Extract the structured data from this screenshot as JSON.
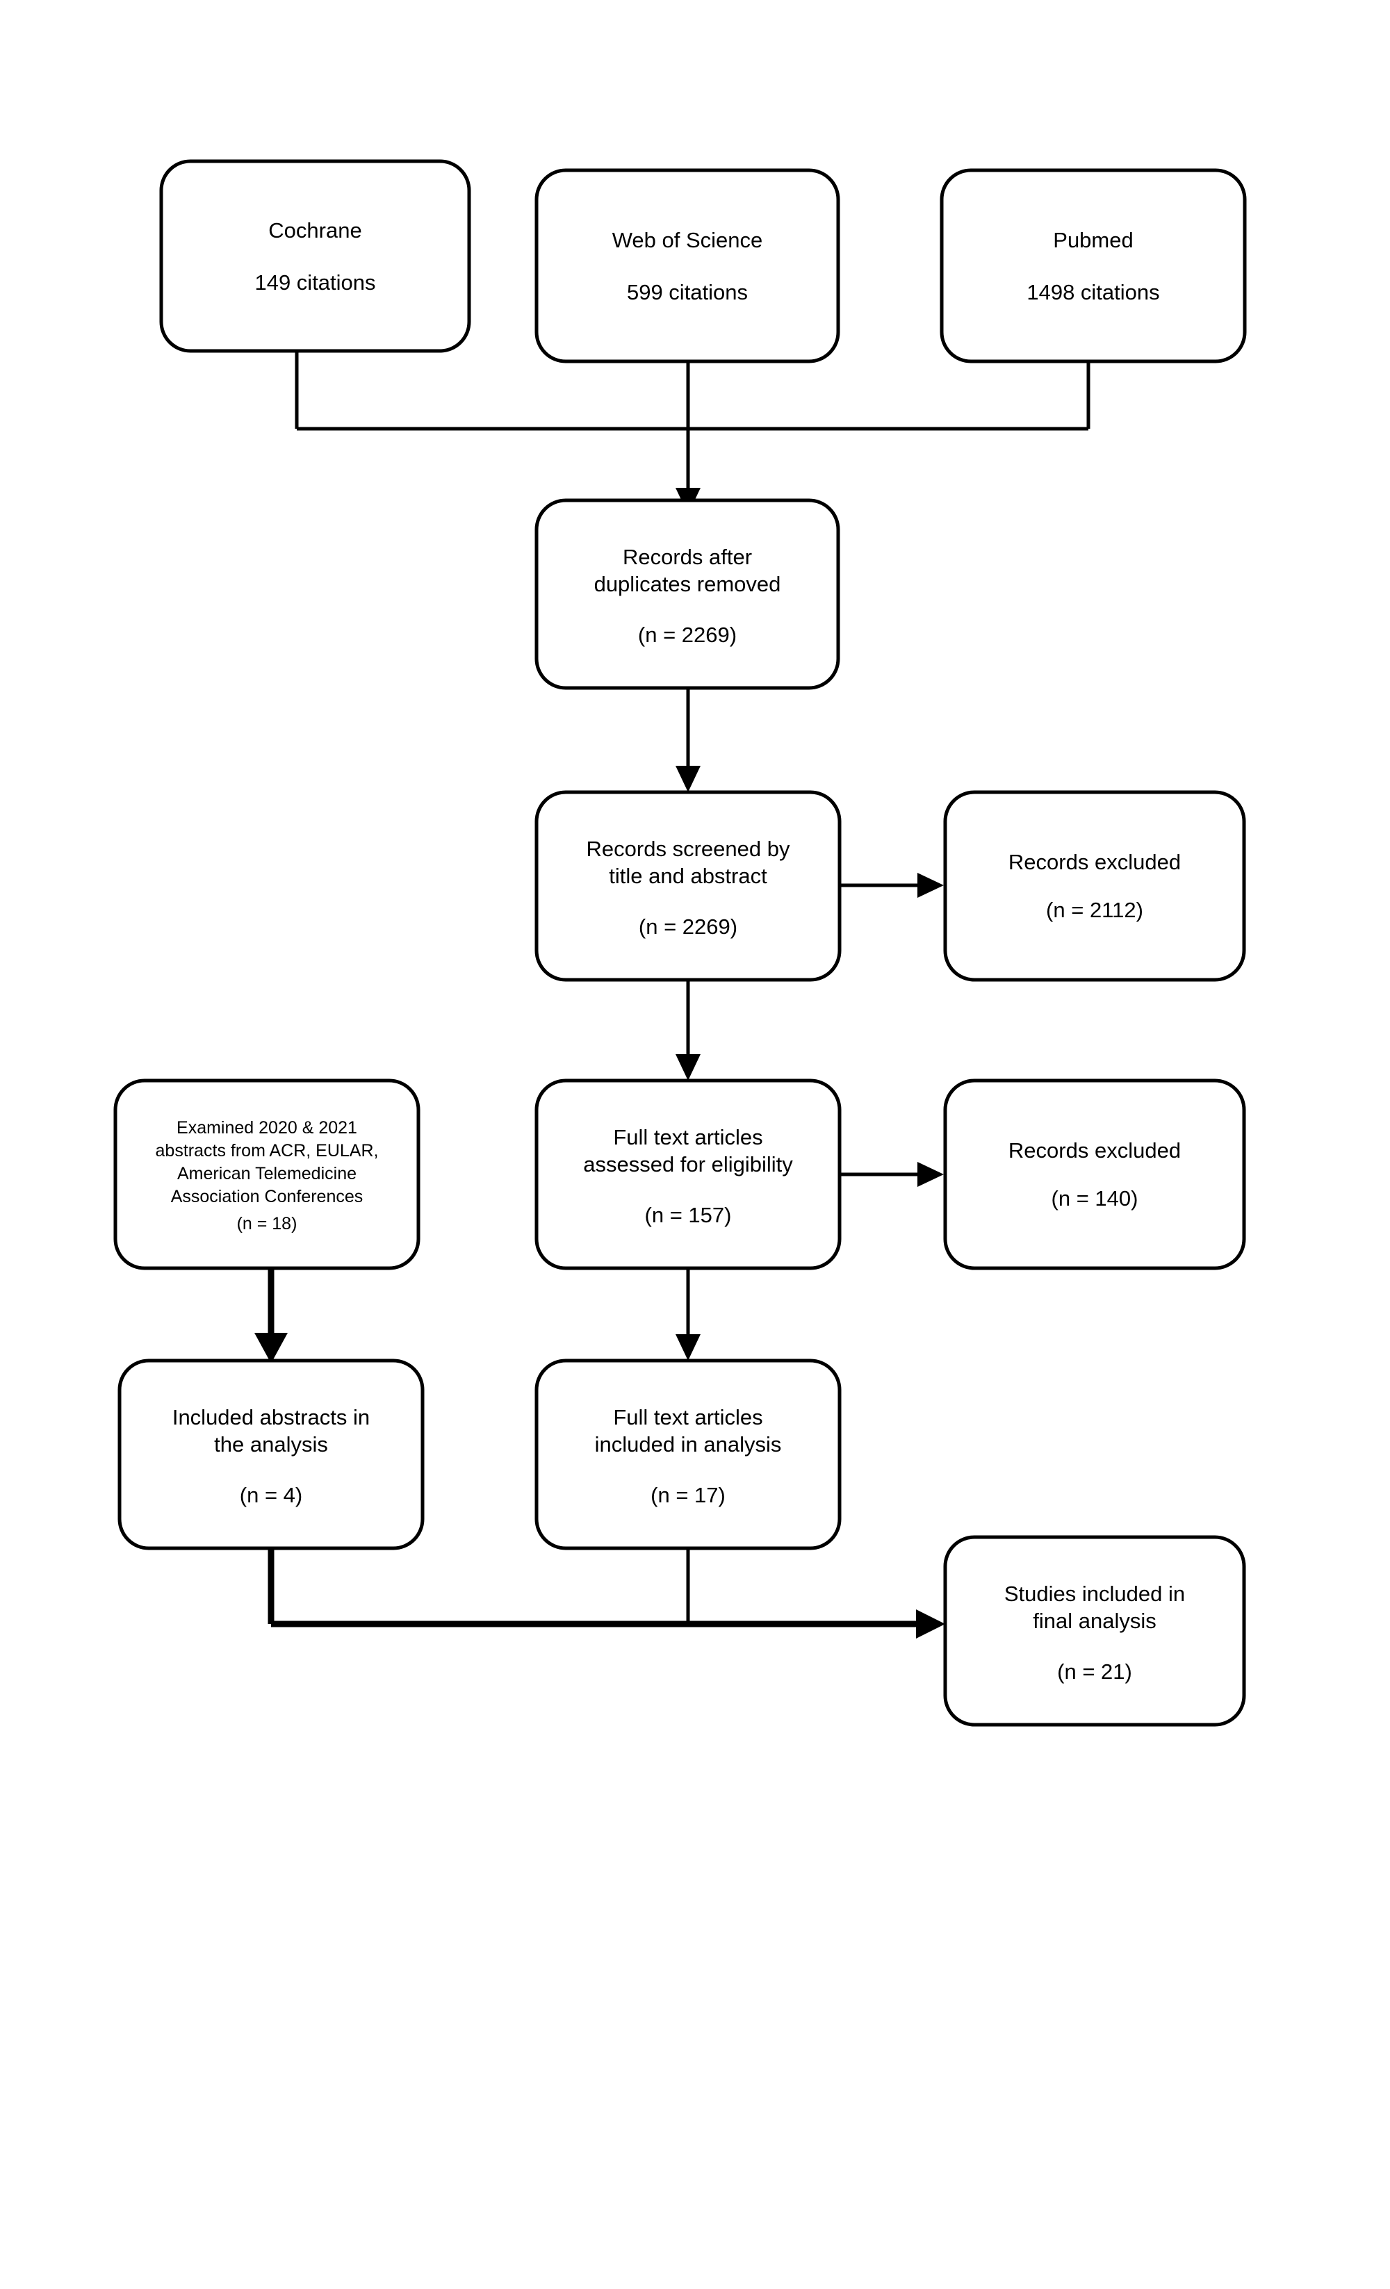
{
  "diagram": {
    "type": "prisma-flow-diagram",
    "background": "#ffffff",
    "stroke_color": "#000000",
    "nodes": {
      "cochrane": {
        "line1": "Cochrane",
        "line2": "149 citations"
      },
      "web_of_science": {
        "line1": "Web of Science",
        "line2": "599 citations"
      },
      "pubmed": {
        "line1": "Pubmed",
        "line2": "1498 citations"
      },
      "duplicates_removed": {
        "line1": "Records after",
        "line2": "duplicates removed",
        "count": "(n = 2269)"
      },
      "screened": {
        "line1": "Records screened by",
        "line2": "title and abstract",
        "count": "(n = 2269)"
      },
      "excluded_screening": {
        "line1": "Records excluded",
        "count": "(n = 2112)"
      },
      "conference_abstracts": {
        "line1": "Examined 2020 & 2021",
        "line2": "abstracts from ACR, EULAR,",
        "line3": "American Telemedicine",
        "line4": "Association Conferences",
        "count": "(n = 18)"
      },
      "full_text_assessed": {
        "line1": "Full text articles",
        "line2": "assessed for eligibility",
        "count": "(n = 157)"
      },
      "excluded_fulltext": {
        "line1": "Records excluded",
        "count": "(n = 140)"
      },
      "abstracts_included": {
        "line1": "Included abstracts in",
        "line2": "the analysis",
        "count": "(n = 4)"
      },
      "full_text_included": {
        "line1": "Full text articles",
        "line2": "included in analysis",
        "count": "(n = 17)"
      },
      "final_analysis": {
        "line1": "Studies included in",
        "line2": "final analysis",
        "count": "(n = 21)"
      }
    }
  },
  "chart_data": {
    "type": "diagram-flow",
    "title": "PRISMA study selection flow diagram",
    "stages": [
      {
        "id": "cochrane",
        "label": "Cochrane",
        "value": 149,
        "unit": "citations"
      },
      {
        "id": "web_of_science",
        "label": "Web of Science",
        "value": 599,
        "unit": "citations"
      },
      {
        "id": "pubmed",
        "label": "Pubmed",
        "value": 1498,
        "unit": "citations"
      },
      {
        "id": "duplicates_removed",
        "label": "Records after duplicates removed",
        "value": 2269,
        "unit": "n"
      },
      {
        "id": "screened",
        "label": "Records screened by title and abstract",
        "value": 2269,
        "unit": "n"
      },
      {
        "id": "excluded_screening",
        "label": "Records excluded",
        "value": 2112,
        "unit": "n"
      },
      {
        "id": "conference_abstracts",
        "label": "Examined 2020 & 2021 abstracts from ACR, EULAR, American Telemedicine Association Conferences",
        "value": 18,
        "unit": "n"
      },
      {
        "id": "full_text_assessed",
        "label": "Full text articles assessed for eligibility",
        "value": 157,
        "unit": "n"
      },
      {
        "id": "excluded_fulltext",
        "label": "Records excluded",
        "value": 140,
        "unit": "n"
      },
      {
        "id": "abstracts_included",
        "label": "Included abstracts in the analysis",
        "value": 4,
        "unit": "n"
      },
      {
        "id": "full_text_included",
        "label": "Full text articles included in analysis",
        "value": 17,
        "unit": "n"
      },
      {
        "id": "final_analysis",
        "label": "Studies included in final analysis",
        "value": 21,
        "unit": "n"
      }
    ],
    "edges": [
      {
        "from": "cochrane",
        "to": "duplicates_removed"
      },
      {
        "from": "web_of_science",
        "to": "duplicates_removed"
      },
      {
        "from": "pubmed",
        "to": "duplicates_removed"
      },
      {
        "from": "duplicates_removed",
        "to": "screened"
      },
      {
        "from": "screened",
        "to": "excluded_screening"
      },
      {
        "from": "screened",
        "to": "full_text_assessed"
      },
      {
        "from": "full_text_assessed",
        "to": "excluded_fulltext"
      },
      {
        "from": "full_text_assessed",
        "to": "full_text_included"
      },
      {
        "from": "conference_abstracts",
        "to": "abstracts_included"
      },
      {
        "from": "abstracts_included",
        "to": "final_analysis"
      },
      {
        "from": "full_text_included",
        "to": "final_analysis"
      }
    ]
  }
}
